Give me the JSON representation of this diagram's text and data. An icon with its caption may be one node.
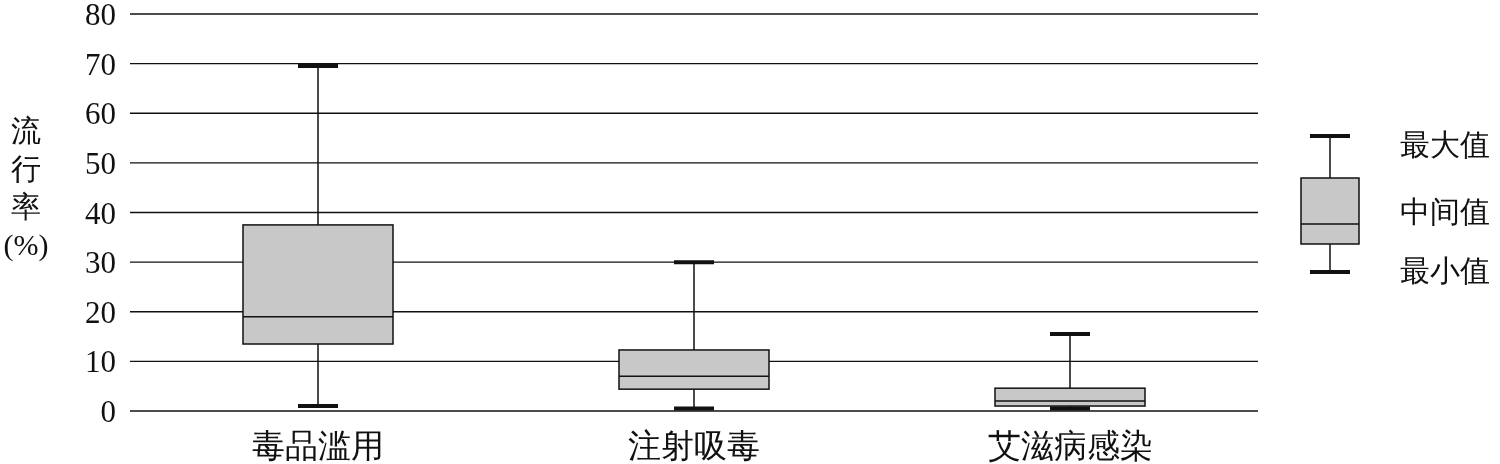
{
  "diagram": {
    "labels": [
      "80",
      "70",
      "60",
      "50",
      "40",
      "30",
      "20",
      "10",
      "0",
      "流行率(%)",
      "毒品滥用",
      "注射吸毒",
      "艾滋病感染"
    ],
    "legend": [
      {
        "text": "最大值"
      },
      {
        "text": "中间值"
      },
      {
        "text": "最小值"
      }
    ]
  }
}
